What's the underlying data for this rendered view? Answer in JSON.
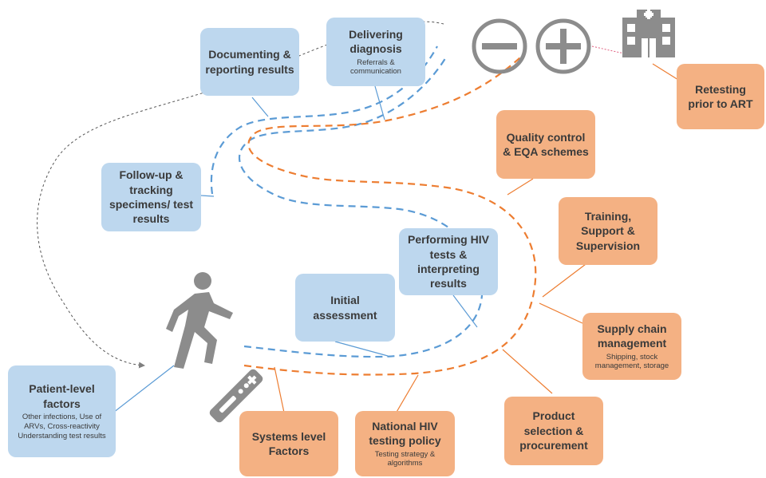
{
  "boxes": {
    "documenting": {
      "title": "Documenting & reporting results"
    },
    "delivering": {
      "title": "Delivering diagnosis",
      "sub": "Referrals & communication"
    },
    "retesting": {
      "title": "Retesting prior to ART"
    },
    "followup": {
      "title": "Follow-up & tracking specimens/ test results"
    },
    "quality": {
      "title": "Quality control & EQA schemes"
    },
    "training": {
      "title": "Training, Support & Supervision"
    },
    "performing": {
      "title": "Performing HIV tests & interpreting results"
    },
    "initial": {
      "title": "Initial assessment"
    },
    "supply": {
      "title": "Supply chain management",
      "sub": "Shipping, stock management, storage"
    },
    "patient": {
      "title": "Patient-level factors",
      "sub": "Other infections, Use of ARVs, Cross-reactivity Understanding test results"
    },
    "systems": {
      "title": "Systems level Factors"
    },
    "national": {
      "title": "National HIV testing policy",
      "sub": "Testing strategy & algorithms"
    },
    "product": {
      "title": "Product selection & procurement"
    }
  },
  "icons": [
    "walking-person-icon",
    "test-kit-icon",
    "negative-result-icon",
    "positive-result-icon",
    "hospital-icon"
  ],
  "colors": {
    "blue_box": "#bdd7ee",
    "orange_box": "#f4b183",
    "blue_line": "#5b9bd5",
    "orange_line": "#ed7d31",
    "icon_gray": "#8c8c8c",
    "text": "#3a3a3a"
  }
}
